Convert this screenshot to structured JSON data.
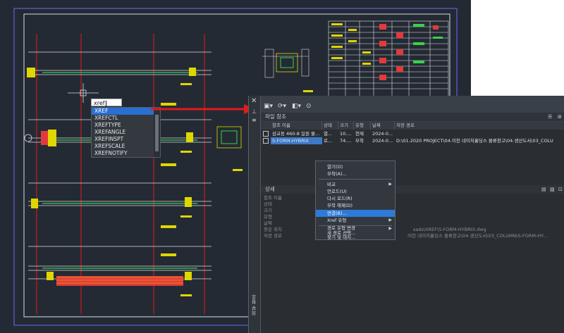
{
  "command_line": {
    "value": "xref"
  },
  "autocomplete": {
    "items": [
      "XREF",
      "XREFCTL",
      "XREFTYPE",
      "XREFANGLE",
      "XREFINSPT",
      "XREFSCALE",
      "XREFNOTIFY"
    ],
    "selected_index": 0
  },
  "panel": {
    "side_title": "외부 참조",
    "section_file_refs": "파일 참조",
    "section_details": "상세",
    "columns": [
      "참조 이름",
      "상태",
      "크기",
      "유형",
      "날짜",
      "저장 경로"
    ],
    "rows": [
      {
        "name": "삼교동 460-8 일원 물...",
        "status": "열...",
        "size": "10....",
        "type": "현재",
        "date": "2024-0...",
        "path": ""
      },
      {
        "name": "S-FORM-HYBRIX",
        "status": "로...",
        "size": "74....",
        "type": "부착",
        "date": "2024-0...",
        "path": "D:\\01.2020 PROJECT\\04.이천 네이처홀딩스 물류창고\\04.생산도서\\03_COLU"
      }
    ],
    "details": [
      {
        "label": "참조 이름",
        "value": ""
      },
      {
        "label": "상태",
        "value": ""
      },
      {
        "label": "크기",
        "value": ""
      },
      {
        "label": "유형",
        "value": ""
      },
      {
        "label": "날짜",
        "value": ""
      },
      {
        "label": "찾은 위치",
        "value": "sads\\XREF\\S-FORM-HYBRIX.dwg"
      },
      {
        "label": "저장 경로",
        "value": ".이천 네이처홀딩스 물류창고\\04.생산도서\\03_COLUMN\\S-FORM-HY..."
      }
    ]
  },
  "context_menu": {
    "items": [
      {
        "label": "열기(O)",
        "submenu": false
      },
      {
        "label": "부착(A)...",
        "submenu": false
      },
      {
        "label": "비교",
        "submenu": true
      },
      {
        "label": "언로드(U)",
        "submenu": false
      },
      {
        "label": "다시 로드(R)",
        "submenu": false
      },
      {
        "label": "부착 해제(D)",
        "submenu": false
      },
      {
        "label": "연결(B)...",
        "submenu": false,
        "selected": true
      },
      {
        "label": "Xref 유형",
        "submenu": true
      },
      {
        "label": "경로 유형 변경",
        "submenu": true
      },
      {
        "label": "새 경로 선택...",
        "submenu": false
      },
      {
        "label": "찾기 및 대치...",
        "submenu": false
      }
    ]
  },
  "colors": {
    "accent": "#2e7ad9",
    "arrow": "#e11b1b",
    "canvas_bg": "#242a34"
  }
}
